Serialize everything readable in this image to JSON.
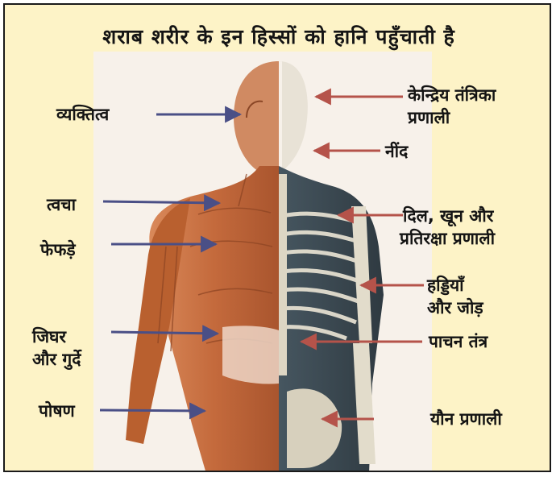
{
  "title": "शराब शरीर के इन हिस्सों को हानि पहुँचाती है",
  "colors": {
    "background": "#fdf3c7",
    "muscle": "#c9703f",
    "skeleton": "#3f4d55",
    "arrow_left": "#4a4f86",
    "arrow_right": "#b5534a"
  },
  "labels_left": [
    {
      "id": "personality",
      "lines": [
        "व्यक्तित्व"
      ]
    },
    {
      "id": "skin",
      "lines": [
        "त्वचा"
      ]
    },
    {
      "id": "lungs",
      "lines": [
        "फेफड़े"
      ]
    },
    {
      "id": "liver-kidneys",
      "lines": [
        "जिघर",
        "और गुर्दे"
      ]
    },
    {
      "id": "nutrition",
      "lines": [
        "पोषण"
      ]
    }
  ],
  "labels_right": [
    {
      "id": "cns",
      "lines": [
        "केन्द्रिय तंत्रिका",
        "प्रणाली"
      ]
    },
    {
      "id": "sleep",
      "lines": [
        "नींद"
      ]
    },
    {
      "id": "heart-blood-immune",
      "lines": [
        "दिल, खून और",
        "प्रतिरक्षा प्रणाली"
      ]
    },
    {
      "id": "bones-joints",
      "lines": [
        "हड्डियाँ",
        "और जोड़"
      ]
    },
    {
      "id": "digestive",
      "lines": [
        "पाचन तंत्र"
      ]
    },
    {
      "id": "reproductive",
      "lines": [
        "यौन प्रणाली"
      ]
    }
  ]
}
